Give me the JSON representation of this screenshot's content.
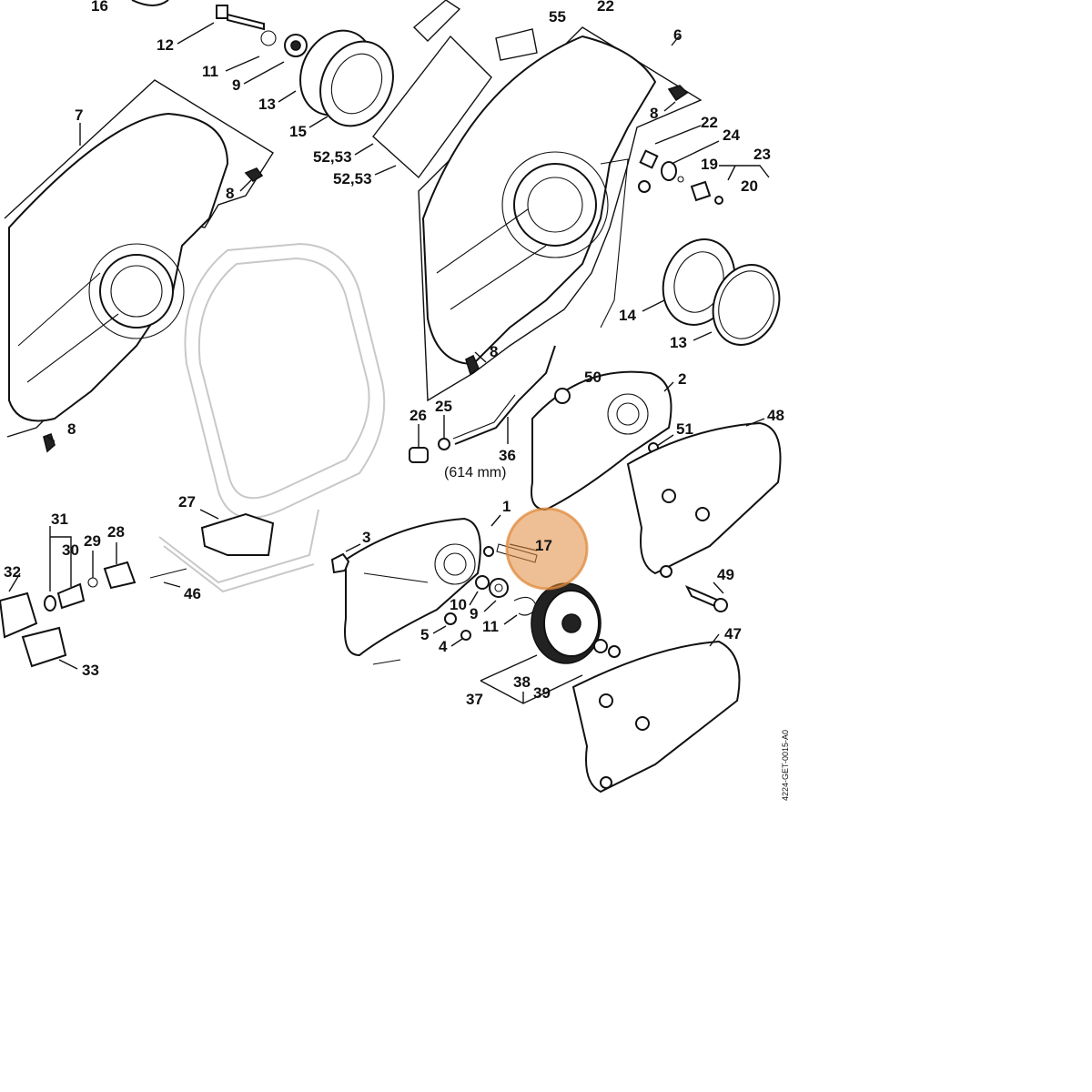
{
  "drawing_code": "4224-GET-0015-A0",
  "highlight": {
    "part": "17",
    "color": "#e08a3c"
  },
  "dimension_note": "(614 mm)",
  "callouts": [
    {
      "id": "c16",
      "text": "16"
    },
    {
      "id": "c12",
      "text": "12"
    },
    {
      "id": "c11a",
      "text": "11"
    },
    {
      "id": "c9a",
      "text": "9"
    },
    {
      "id": "c13a",
      "text": "13"
    },
    {
      "id": "c15",
      "text": "15"
    },
    {
      "id": "c5253a",
      "text": "52,53"
    },
    {
      "id": "c5253b",
      "text": "52,53"
    },
    {
      "id": "c55",
      "text": "55"
    },
    {
      "id": "c22a",
      "text": "22"
    },
    {
      "id": "c6",
      "text": "6"
    },
    {
      "id": "c8a",
      "text": "8"
    },
    {
      "id": "c7",
      "text": "7"
    },
    {
      "id": "c8b",
      "text": "8"
    },
    {
      "id": "c22b",
      "text": "22"
    },
    {
      "id": "c24",
      "text": "24"
    },
    {
      "id": "c23",
      "text": "23"
    },
    {
      "id": "c19",
      "text": "19"
    },
    {
      "id": "c20",
      "text": "20"
    },
    {
      "id": "c14",
      "text": "14"
    },
    {
      "id": "c13b",
      "text": "13"
    },
    {
      "id": "c8c",
      "text": "8"
    },
    {
      "id": "c50",
      "text": "50"
    },
    {
      "id": "c2",
      "text": "2"
    },
    {
      "id": "c48",
      "text": "48"
    },
    {
      "id": "c51",
      "text": "51"
    },
    {
      "id": "c26",
      "text": "26"
    },
    {
      "id": "c25",
      "text": "25"
    },
    {
      "id": "c36",
      "text": "36"
    },
    {
      "id": "c8d",
      "text": "8"
    },
    {
      "id": "c27",
      "text": "27"
    },
    {
      "id": "c1",
      "text": "1"
    },
    {
      "id": "c17",
      "text": "17"
    },
    {
      "id": "c3",
      "text": "3"
    },
    {
      "id": "c31",
      "text": "31"
    },
    {
      "id": "c30",
      "text": "30"
    },
    {
      "id": "c29",
      "text": "29"
    },
    {
      "id": "c28",
      "text": "28"
    },
    {
      "id": "c32",
      "text": "32"
    },
    {
      "id": "c46",
      "text": "46"
    },
    {
      "id": "c10",
      "text": "10"
    },
    {
      "id": "c9b",
      "text": "9"
    },
    {
      "id": "c11b",
      "text": "11"
    },
    {
      "id": "c5",
      "text": "5"
    },
    {
      "id": "c4",
      "text": "4"
    },
    {
      "id": "c49",
      "text": "49"
    },
    {
      "id": "c47",
      "text": "47"
    },
    {
      "id": "c33",
      "text": "33"
    },
    {
      "id": "c38",
      "text": "38"
    },
    {
      "id": "c39",
      "text": "39"
    },
    {
      "id": "c37",
      "text": "37"
    }
  ]
}
